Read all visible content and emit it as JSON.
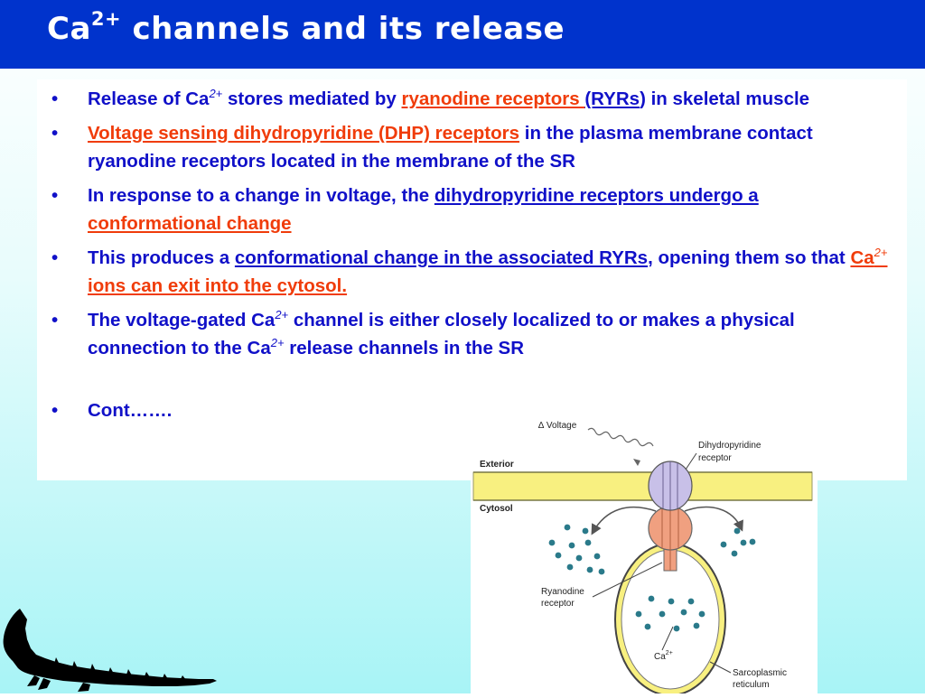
{
  "title": {
    "main": "Ca",
    "sup": "2+",
    "rest": " channels and its release"
  },
  "bullets": [
    {
      "t1": "Release of Ca",
      "sup1": "2+",
      "t2": " stores mediated by ",
      "link1": "ryanodine receptors ",
      "link2": "(RYRs",
      "t3": ") in skeletal muscle"
    },
    {
      "link1": "Voltage sensing dihydropyridine (DHP) receptors",
      "t1": " in the plasma membrane contact ryanodine receptors located in the membrane of the SR"
    },
    {
      "t1": "In response to a change in voltage, the ",
      "link1": "dihydropyridine receptors undergo a ",
      "link2": "conformational change"
    },
    {
      "t1": "This produces a ",
      "link1": "conformational change in the associated RYRs",
      "t2": ", opening them so that ",
      "link2a": "Ca",
      "sup1": "2+",
      "link2b": " ions can exit into the cytosol."
    },
    {
      "t1": "The voltage-gated Ca",
      "sup1": "2+",
      "t2": " channel is either closely localized to or makes a physical connection to the Ca",
      "sup2": "2+",
      "t3": " release channels in the SR"
    },
    {
      "t1": "Cont……."
    }
  ],
  "bullet_symbol": "•",
  "figure": {
    "voltage_label": "∆ Voltage",
    "dhp_label_1": "Dihydropyridine",
    "dhp_label_2": "receptor",
    "exterior_label": "Exterior",
    "cytosol_label": "Cytosol",
    "ryr_label_1": "Ryanodine",
    "ryr_label_2": "receptor",
    "ca_label": "Ca",
    "ca_sup": "2+",
    "sr_label_1": "Sarcoplasmic",
    "sr_label_2": "reticulum"
  },
  "colors": {
    "title_bar": "#0033cc",
    "text_blue": "#1010c8",
    "link_red": "#f03c0a",
    "membrane_yellow": "#f8f080",
    "dhp_purple": "#c8c0e8",
    "ryr_salmon": "#f0a080",
    "ion_teal": "#2a7a8a"
  },
  "icons": {
    "decor": "alligator-silhouette-icon"
  }
}
